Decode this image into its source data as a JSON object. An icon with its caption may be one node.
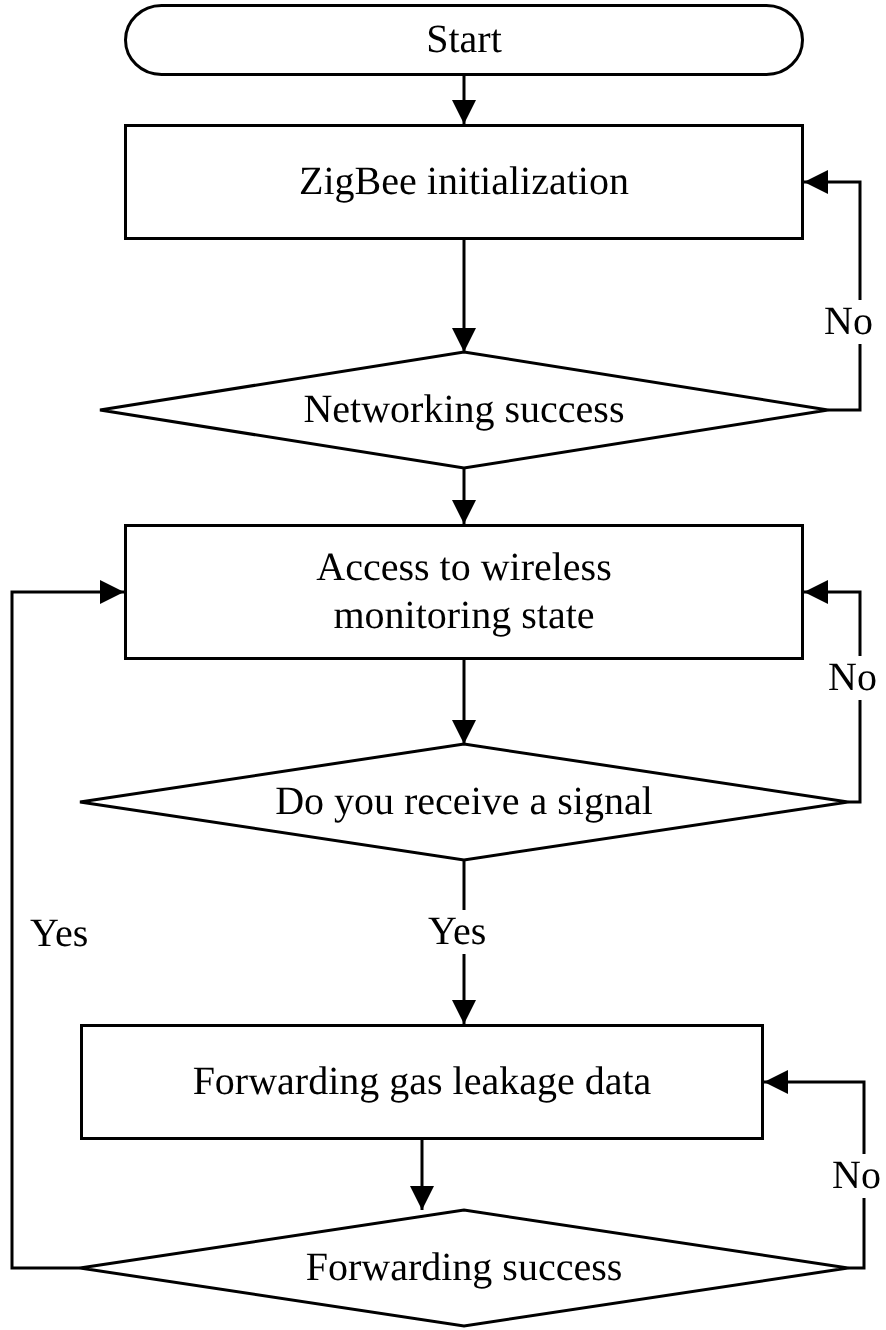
{
  "diagram": {
    "nodes": [
      {
        "text": [
          "Start"
        ]
      },
      {
        "text": [
          "ZigBee initialization"
        ]
      },
      {
        "text": [
          "Networking success"
        ]
      },
      {
        "text": [
          "Access to wireless monitoring state"
        ]
      },
      {
        "text": [
          "Do you receive a signal"
        ]
      },
      {
        "text": [
          "Forwarding gas leakage data"
        ]
      },
      {
        "text": [
          "Forwarding success"
        ]
      }
    ],
    "edges": [
      {
        "from": 0,
        "to": 1,
        "arrow": "to"
      },
      {
        "from": 1,
        "to": 2,
        "arrow": "to"
      },
      {
        "from": 2,
        "to": 1,
        "arrow": "to",
        "label": "No"
      },
      {
        "from": 2,
        "to": 3,
        "arrow": "to"
      },
      {
        "from": 3,
        "to": 4,
        "arrow": "to"
      },
      {
        "from": 4,
        "to": 3,
        "arrow": "to",
        "label": "No"
      },
      {
        "from": 4,
        "to": 5,
        "arrow": "to",
        "label": "Yes"
      },
      {
        "from": 5,
        "to": 6,
        "arrow": "to"
      },
      {
        "from": 6,
        "to": 5,
        "arrow": "to",
        "label": "No"
      },
      {
        "from": 6,
        "to": 3,
        "arrow": "to",
        "label": "Yes"
      }
    ]
  }
}
